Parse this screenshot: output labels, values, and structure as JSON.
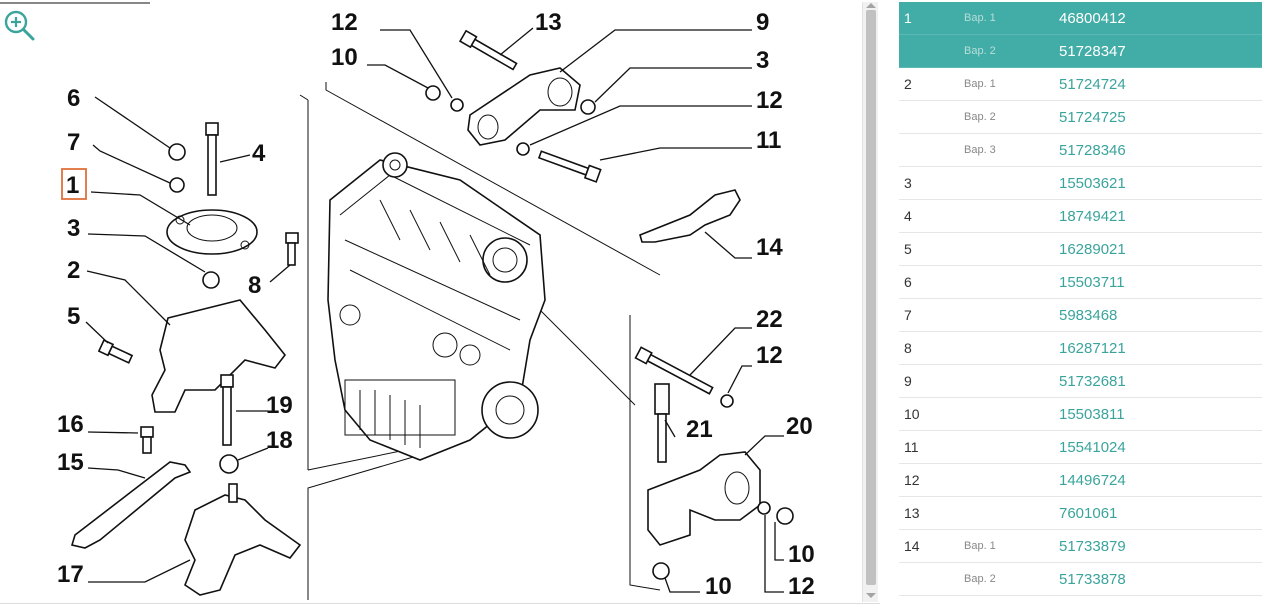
{
  "diagram": {
    "zoom_icon": "zoom-in-icon",
    "highlighted_callout": "1",
    "callouts": {
      "c1": "1",
      "c2": "2",
      "c3a": "3",
      "c3b": "3",
      "c4": "4",
      "c5": "5",
      "c6": "6",
      "c7": "7",
      "c8": "8",
      "c9": "9",
      "c10a": "10",
      "c10b": "10",
      "c10c": "10",
      "c11": "11",
      "c12a": "12",
      "c12b": "12",
      "c12c": "12",
      "c12d": "12",
      "c13": "13",
      "c14": "14",
      "c15": "15",
      "c16": "16",
      "c17": "17",
      "c18": "18",
      "c19": "19",
      "c20": "20",
      "c21": "21",
      "c22": "22"
    }
  },
  "parts_table": {
    "rows": [
      {
        "pos": "1",
        "variant": "Вар. 1",
        "part_number": "46800412",
        "selected": true
      },
      {
        "pos": "",
        "variant": "Вар. 2",
        "part_number": "51728347",
        "selected": true
      },
      {
        "pos": "2",
        "variant": "Вар. 1",
        "part_number": "51724724",
        "selected": false
      },
      {
        "pos": "",
        "variant": "Вар. 2",
        "part_number": "51724725",
        "selected": false
      },
      {
        "pos": "",
        "variant": "Вар. 3",
        "part_number": "51728346",
        "selected": false
      },
      {
        "pos": "3",
        "variant": "",
        "part_number": "15503621",
        "selected": false
      },
      {
        "pos": "4",
        "variant": "",
        "part_number": "18749421",
        "selected": false
      },
      {
        "pos": "5",
        "variant": "",
        "part_number": "16289021",
        "selected": false
      },
      {
        "pos": "6",
        "variant": "",
        "part_number": "15503711",
        "selected": false
      },
      {
        "pos": "7",
        "variant": "",
        "part_number": "5983468",
        "selected": false
      },
      {
        "pos": "8",
        "variant": "",
        "part_number": "16287121",
        "selected": false
      },
      {
        "pos": "9",
        "variant": "",
        "part_number": "51732681",
        "selected": false
      },
      {
        "pos": "10",
        "variant": "",
        "part_number": "15503811",
        "selected": false
      },
      {
        "pos": "11",
        "variant": "",
        "part_number": "15541024",
        "selected": false
      },
      {
        "pos": "12",
        "variant": "",
        "part_number": "14496724",
        "selected": false
      },
      {
        "pos": "13",
        "variant": "",
        "part_number": "7601061",
        "selected": false
      },
      {
        "pos": "14",
        "variant": "Вар. 1",
        "part_number": "51733879",
        "selected": false
      },
      {
        "pos": "",
        "variant": "Вар. 2",
        "part_number": "51733878",
        "selected": false
      }
    ]
  },
  "colors": {
    "selected_row": "#42aca6",
    "part_number_link": "#3aa49c",
    "highlight_box": "#e0703a"
  }
}
